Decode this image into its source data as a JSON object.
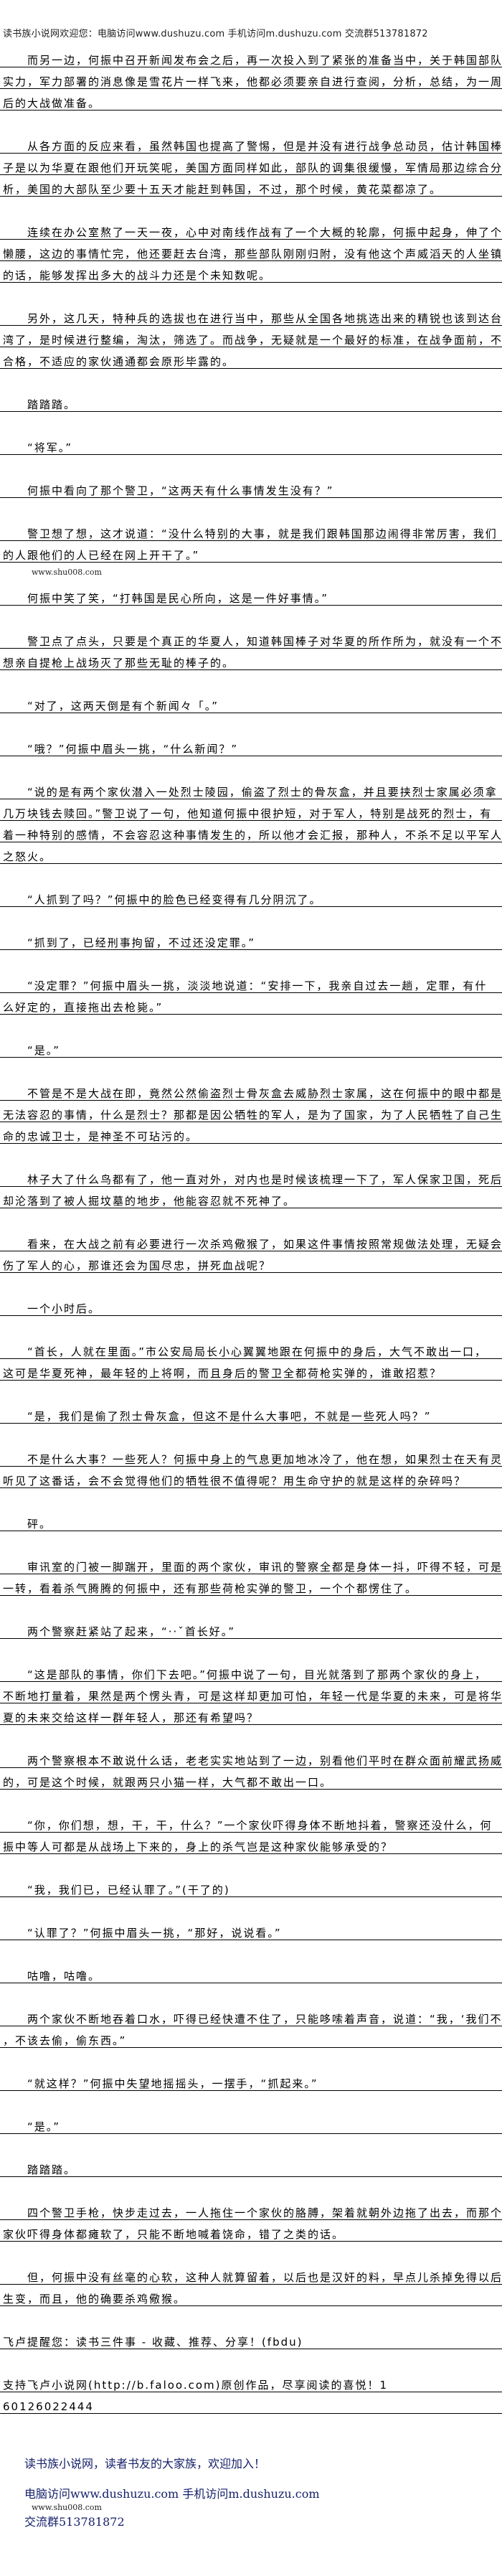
{
  "header": "读书族小说网欢迎您：电脑访问www.dushuzu.com 手机访问m.dushuzu.com 交流群513781872",
  "watermark": "www.shu008.com",
  "paragraphs": [
    {
      "lines": [
        "　　而另一边，何振中召开新闻发布会之后，再一次投入到了紧张的准备当中，关于韩国部队",
        "实力，军力部署的消息像是雪花片一样飞来，他都必须要亲自进行查阅，分析，总结，为一周",
        "后的大战做准备。"
      ]
    },
    {
      "lines": [
        "　　从各方面的反应来看，虽然韩国也提高了警惕，但是并没有进行战争总动员，估计韩国棒",
        "子是以为华夏在跟他们开玩笑呢，美国方面同样如此，部队的调集很缓慢，军情局那边综合分",
        "析，美国的大部队至少要十五天才能赶到韩国，不过，那个时候，黄花菜都凉了。"
      ]
    },
    {
      "lines": [
        "　　连续在办公室熬了一天一夜，心中对南线作战有了一个大概的轮廓，何振中起身，伸了个",
        "懒腰，这边的事情忙完，他还要赶去台湾，那些部队刚刚归附，没有他这个声威滔天的人坐镇",
        "的话，能够发挥出多大的战斗力还是个未知数呢。"
      ]
    },
    {
      "lines": [
        "　　另外，这几天，特种兵的选拔也在进行当中，那些从全国各地挑选出来的精锐也该到达台",
        "湾了，是时候进行整编，淘汰，筛选了。而战争，无疑就是一个最好的标准，在战争面前，不",
        "合格，不适应的家伙通通都会原形毕露的。"
      ]
    },
    {
      "lines": [
        "　　踏踏踏。"
      ]
    },
    {
      "lines": [
        "　　“将军。”"
      ]
    },
    {
      "lines": [
        "　　何振中看向了那个警卫，“这两天有什么事情发生没有？”"
      ]
    },
    {
      "lines": [
        "　　警卫想了想，这才说道：“没什么特别的大事，就是我们跟韩国那边闹得非常厉害，我们",
        "的人跟他们的人已经在网上开干了。”"
      ]
    },
    {
      "lines": [
        "　　何振中笑了笑，“打韩国是民心所向，这是一件好事情。”"
      ]
    },
    {
      "lines": [
        "　　警卫点了点头，只要是个真正的华夏人，知道韩国棒子对华夏的所作所为，就没有一个不",
        "想亲自提枪上战场灭了那些无耻的棒子的。"
      ]
    },
    {
      "lines": [
        "　　“对了，这两天倒是有个新闻々「。”"
      ]
    },
    {
      "lines": [
        "　　“哦？”何振中眉头一挑，“什么新闻？”"
      ]
    },
    {
      "lines": [
        "　　“说的是有两个家伙潜入一处烈士陵园，偷盗了烈士的骨灰盒，并且要挟烈士家属必须拿",
        "几万块钱去赎回。”警卫说了一句，他知道何振中很护短，对于军人，特别是战死的烈士，有",
        "着一种特别的感情，不会容忍这种事情发生的，所以他才会汇报，那种人，不杀不足以平军人",
        "之怒火。"
      ]
    },
    {
      "lines": [
        "　　“人抓到了吗？”何振中的脸色已经变得有几分阴沉了。"
      ]
    },
    {
      "lines": [
        "　　“抓到了，已经刑事拘留，不过还没定罪。”"
      ]
    },
    {
      "lines": [
        "　　“没定罪？”何振中眉头一挑，淡淡地说道：“安排一下，我亲自过去一趟，定罪，有什",
        "么好定的，直接拖出去枪毙。”"
      ]
    },
    {
      "lines": [
        "　　“是。”"
      ]
    },
    {
      "lines": [
        "　　不管是不是大战在即，竟然公然偷盗烈士骨灰盒去威胁烈士家属，这在何振中的眼中都是",
        "无法容忍的事情，什么是烈士？那都是因公牺牲的军人，是为了国家，为了人民牺牲了自己生",
        "命的忠诚卫士，是神圣不可玷污的。"
      ]
    },
    {
      "lines": [
        "　　林子大了什么鸟都有了，他一直对外，对内也是时候该梳理一下了，军人保家卫国，死后",
        "却沦落到了被人掘坟墓的地步，他能容忍就不死神了。"
      ]
    },
    {
      "lines": [
        "　　看来，在大战之前有必要进行一次杀鸡儆猴了，如果这件事情按照常规做法处理，无疑会",
        "伤了军人的心，那谁还会为国尽忠，拼死血战呢？"
      ]
    },
    {
      "lines": [
        "　　一个小时后。"
      ]
    },
    {
      "lines": [
        "　　“首长，人就在里面。”市公安局局长小心翼翼地跟在何振中的身后，大气不敢出一口，",
        "这可是华夏死神，最年轻的上将啊，而且身后的警卫全都荷枪实弹的，谁敢招惹？"
      ]
    },
    {
      "lines": [
        "　　“是，我们是偷了烈士骨灰盒，但这不是什么大事吧，不就是一些死人吗？”"
      ]
    },
    {
      "lines": [
        "　　不是什么大事？一些死人？何振中身上的气息更加地冰冷了，他在想，如果烈士在天有灵",
        "听见了这番话，会不会觉得他们的牺牲很不值得呢？用生命守护的就是这样的杂碎吗？"
      ]
    },
    {
      "lines": [
        "　　砰。"
      ]
    },
    {
      "lines": [
        "　　审讯室的门被一脚踹开，里面的两个家伙，审讯的警察全都是身体一抖，吓得不轻，可是",
        "一转，看着杀气腾腾的何振中，还有那些荷枪实弹的警卫，一个个都愣住了。"
      ]
    },
    {
      "lines": [
        "　　两个警察赶紧站了起来，“··ˇ首长好。”"
      ]
    },
    {
      "lines": [
        "　　“这是部队的事情，你们下去吧。”何振中说了一句，目光就落到了那两个家伙的身上，",
        "不断地打量着，果然是两个愣头青，可是这样却更加可怕，年轻一代是华夏的未来，可是将华",
        "夏的未来交给这样一群年轻人，那还有希望吗？"
      ]
    },
    {
      "lines": [
        "　　两个警察根本不敢说什么话，老老实实地站到了一边，别看他们平时在群众面前耀武扬威",
        "的，可是这个时候，就跟两只小猫一样，大气都不敢出一口。"
      ]
    },
    {
      "lines": [
        "　　“你，你们想，想，干，干，什么？”一个家伙吓得身体不断地抖着，警察还没什么，何",
        "振中等人可都是从战场上下来的，身上的杀气岂是这种家伙能够承受的？"
      ]
    },
    {
      "lines": [
        "　　“我，我们已，已经认罪了。”(干了的)"
      ]
    },
    {
      "lines": [
        "　　“认罪了？”何振中眉头一挑，“那好，说说看。”"
      ]
    },
    {
      "lines": [
        "　　咕噜，咕噜。"
      ]
    },
    {
      "lines": [
        "　　两个家伙不断地吞着口水，吓得已经快遭不住了，只能哆嗦着声音，说道：“我，‘我们不’",
        "，不该去偷，偷东西。”"
      ]
    },
    {
      "lines": [
        "　　“就这样？”何振中失望地摇摇头，一摆手，“抓起来。”"
      ]
    },
    {
      "lines": [
        "　　“是。”"
      ]
    },
    {
      "lines": [
        "　　踏踏踏。"
      ]
    },
    {
      "lines": [
        "　　四个警卫手枪，快步走过去，一人拖住一个家伙的胳膊，架着就朝外边拖了出去，而那个",
        "家伙吓得身体都瘫软了，只能不断地喊着饶命，错了之类的话。"
      ]
    },
    {
      "lines": [
        "　　但，何振中没有丝毫的心软，这种人就算留着，以后也是汉奸的料，早点儿杀掉免得以后",
        "生变，而且，他的确要杀鸡儆猴。"
      ]
    },
    {
      "lines": [
        "飞卢提醒您：读书三件事 - 收藏、推荐、分享！(fbdu)"
      ]
    },
    {
      "lines": [
        "支持飞卢小说网(http://b.faloo.com)原创作品，尽享阅读的喜悦！1",
        "60126022444"
      ]
    }
  ],
  "footer": {
    "slogan": "读书族小说网，读者书友的大家族，欢迎加入！",
    "access": "电脑访问www.dushuzu.com 手机访问m.dushuzu.com",
    "watermark": "www.shu008.com",
    "group": "交流群513781872"
  }
}
